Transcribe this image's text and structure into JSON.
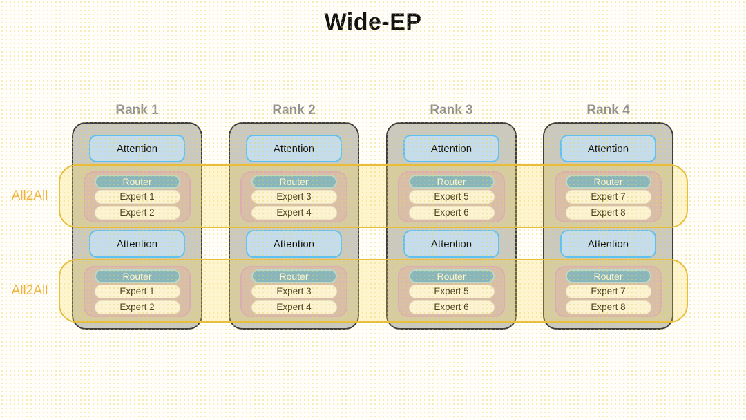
{
  "title": "Wide-EP",
  "all2all": {
    "top_label": "All2All",
    "bottom_label": "All2All"
  },
  "ranks": [
    {
      "label": "Rank 1",
      "blocks": [
        {
          "attention": "Attention",
          "router": "Router",
          "experts": [
            "Expert 1",
            "Expert 2"
          ]
        },
        {
          "attention": "Attention",
          "router": "Router",
          "experts": [
            "Expert 1",
            "Expert 2"
          ]
        }
      ]
    },
    {
      "label": "Rank 2",
      "blocks": [
        {
          "attention": "Attention",
          "router": "Router",
          "experts": [
            "Expert 3",
            "Expert 4"
          ]
        },
        {
          "attention": "Attention",
          "router": "Router",
          "experts": [
            "Expert 3",
            "Expert 4"
          ]
        }
      ]
    },
    {
      "label": "Rank 3",
      "blocks": [
        {
          "attention": "Attention",
          "router": "Router",
          "experts": [
            "Expert 5",
            "Expert 6"
          ]
        },
        {
          "attention": "Attention",
          "router": "Router",
          "experts": [
            "Expert 5",
            "Expert 6"
          ]
        }
      ]
    },
    {
      "label": "Rank 4",
      "blocks": [
        {
          "attention": "Attention",
          "router": "Router",
          "experts": [
            "Expert 7",
            "Expert 8"
          ]
        },
        {
          "attention": "Attention",
          "router": "Router",
          "experts": [
            "Expert 7",
            "Expert 8"
          ]
        }
      ]
    }
  ],
  "colors": {
    "background": "#fffefa",
    "title_text": "#121212",
    "rank_label_text": "#919191",
    "rank_box_fill": "#cac9c1",
    "rank_box_border": "#3d3d3d",
    "band_fill": "rgba(250,214,75,0.25)",
    "band_border": "#e9bc39",
    "all2all_text": "#f2b23e",
    "attention_fill": "#c4dcec",
    "attention_border": "#5ec1f2",
    "router_fill": "#63abdf",
    "router_border": "#a5d8f5",
    "router_text": "#ffffff",
    "expert_fill": "#fdfdff",
    "moe_group_fill": "rgba(205,168,206,0.60)",
    "moe_group_border": "#cf9fd4"
  }
}
